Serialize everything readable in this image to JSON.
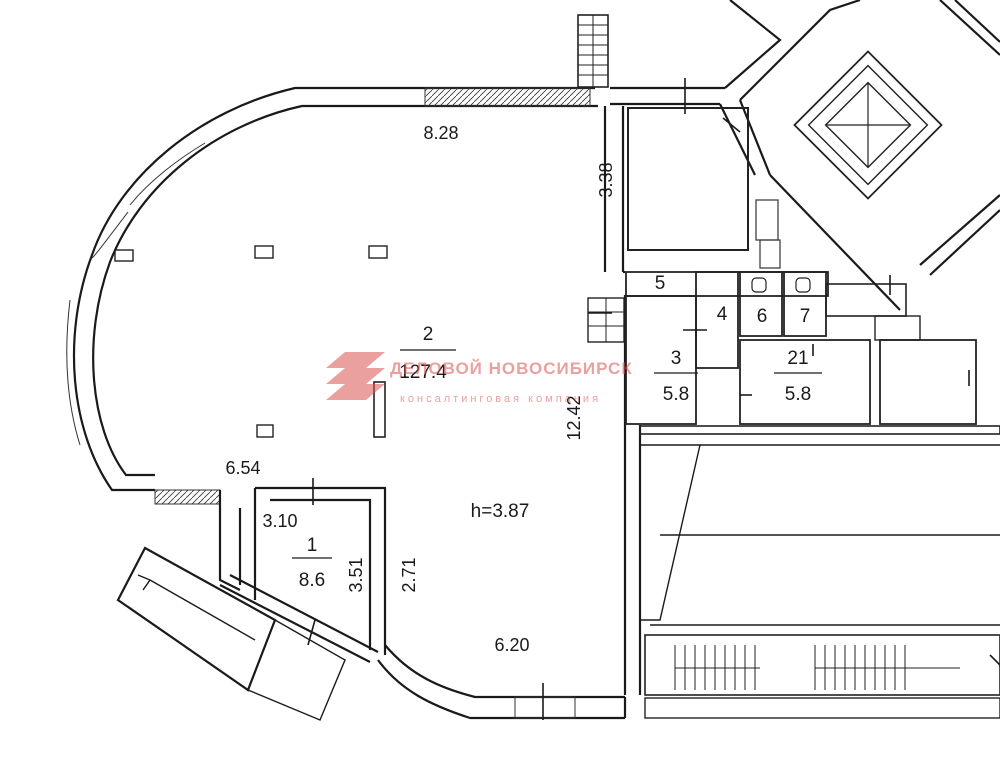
{
  "rooms": [
    {
      "number": "2",
      "area": "127.4"
    },
    {
      "number": "1",
      "area": "8.6"
    },
    {
      "number": "3",
      "area": "5.8"
    },
    {
      "number": "21",
      "area": "5.8"
    },
    {
      "number": "4",
      "area": ""
    },
    {
      "number": "5",
      "area": ""
    },
    {
      "number": "6",
      "area": ""
    },
    {
      "number": "7",
      "area": ""
    }
  ],
  "dimensions": {
    "top_wall": "8.28",
    "corridor_wall": "3.38",
    "right_wall": "12.42",
    "left_bottom_wall": "6.54",
    "room1_top": "3.10",
    "room1_side": "3.51",
    "room1_right": "2.71",
    "bottom_wall": "6.20"
  },
  "ceiling_height": "h=3.87",
  "watermark": {
    "title": "ДЕЛОВОЙ НОВОСИБИРСК",
    "subtitle": "консалтинговая компания",
    "color": "#d9534f"
  }
}
